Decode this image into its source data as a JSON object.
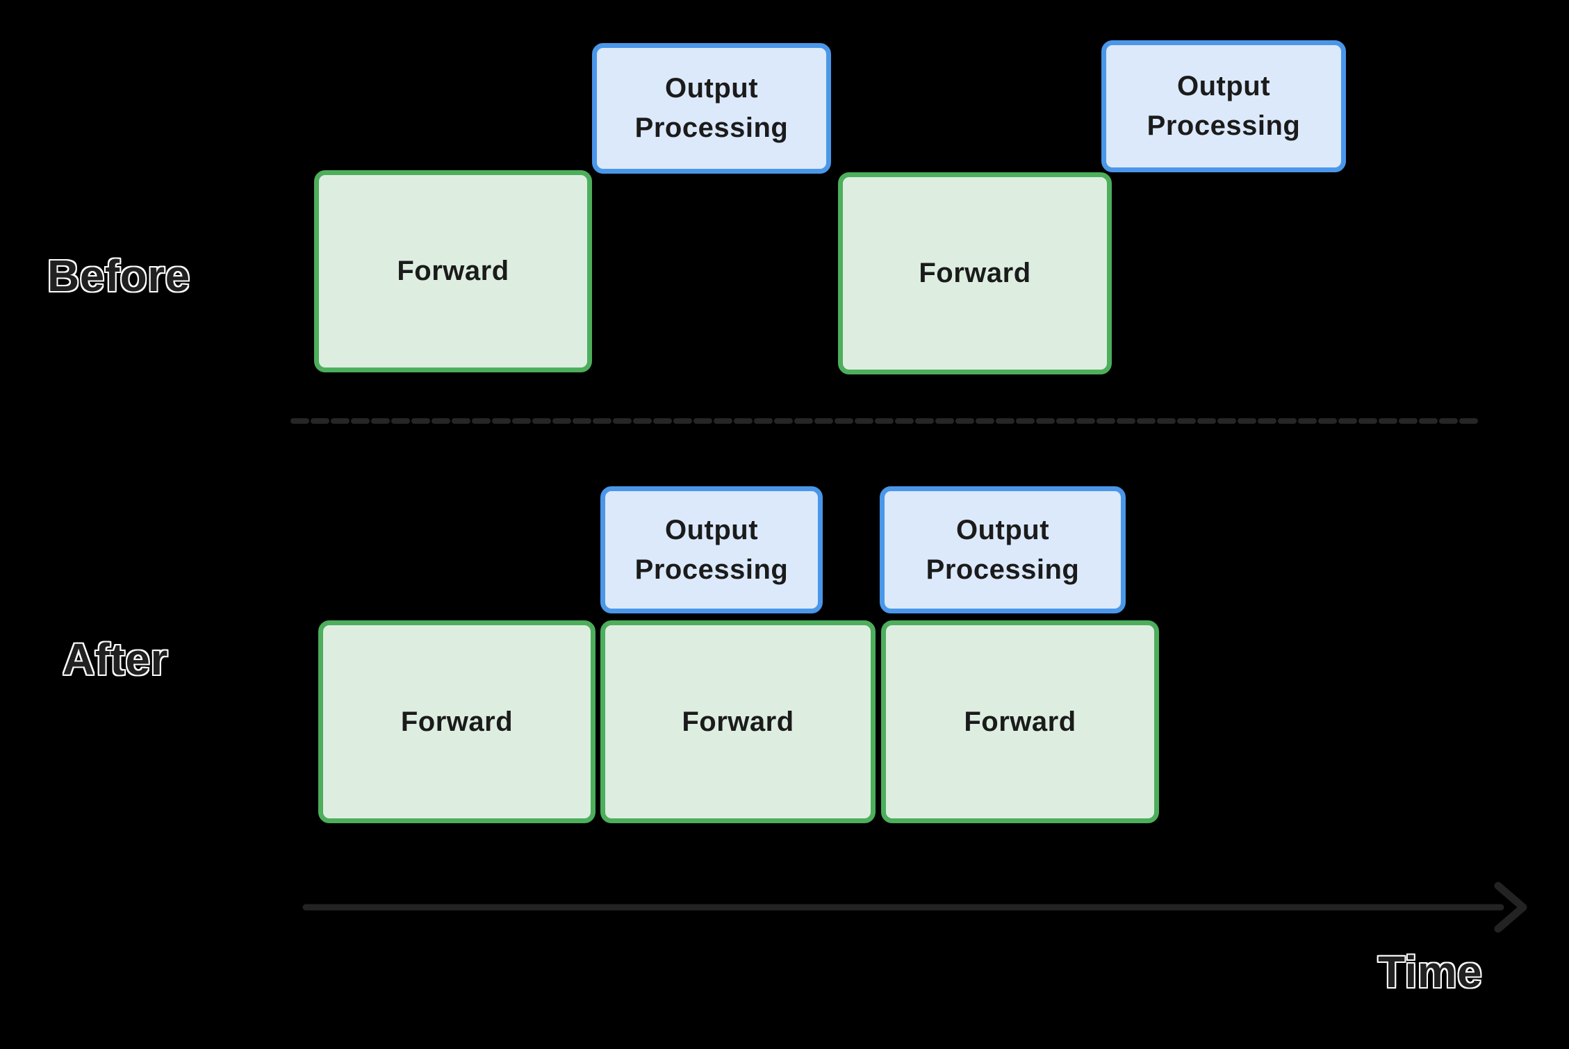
{
  "rows": {
    "before": {
      "label": "Before",
      "blocks": [
        {
          "type": "forward",
          "label": "Forward"
        },
        {
          "type": "output",
          "label": "Output Processing"
        },
        {
          "type": "forward",
          "label": "Forward"
        },
        {
          "type": "output",
          "label": "Output Processing"
        }
      ]
    },
    "after": {
      "label": "After",
      "blocks": [
        {
          "type": "output",
          "label": "Output Processing"
        },
        {
          "type": "output",
          "label": "Output Processing"
        },
        {
          "type": "forward",
          "label": "Forward"
        },
        {
          "type": "forward",
          "label": "Forward"
        },
        {
          "type": "forward",
          "label": "Forward"
        }
      ]
    }
  },
  "axis": {
    "label": "Time"
  },
  "colors": {
    "background": "#000000",
    "forward_border": "#4dae5c",
    "forward_fill": "#ddeee1",
    "output_border": "#4a97e9",
    "output_fill": "#dce9fa",
    "box_text": "#1b1b1b",
    "divider": "#262626",
    "axis_stroke": "#232323",
    "label_outline": "#ffffff"
  }
}
